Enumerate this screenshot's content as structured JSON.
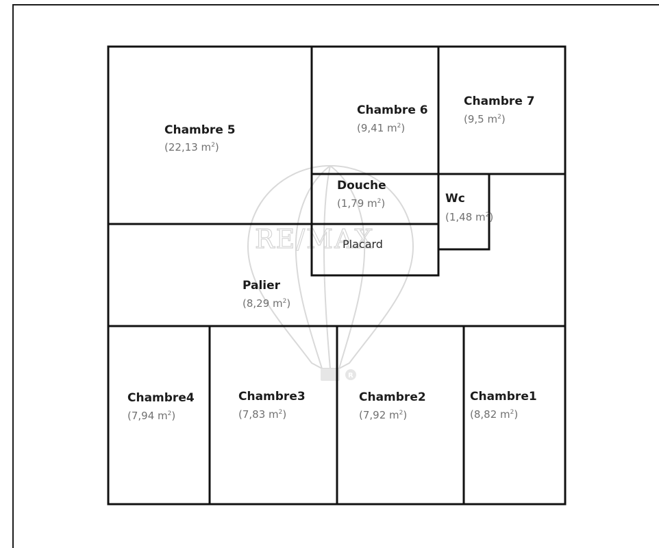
{
  "floor_plan": {
    "rooms": [
      {
        "id": "chambre-5",
        "name": "Chambre 5",
        "area": "(22,13 m",
        "sup": "2",
        "close": ")"
      },
      {
        "id": "chambre-6",
        "name": "Chambre 6",
        "area": "(9,41 m",
        "sup": "2",
        "close": ")"
      },
      {
        "id": "chambre-7",
        "name": "Chambre 7",
        "area": "(9,5 m",
        "sup": "2",
        "close": ")"
      },
      {
        "id": "douche",
        "name": "Douche",
        "area": "(1,79 m",
        "sup": "2",
        "close": ")"
      },
      {
        "id": "wc",
        "name": "Wc",
        "area": "(1,48 m",
        "sup": "2",
        "close": ")"
      },
      {
        "id": "placard",
        "name": "Placard"
      },
      {
        "id": "palier",
        "name": "Palier",
        "area": "(8,29 m",
        "sup": "2",
        "close": ")"
      },
      {
        "id": "chambre4",
        "name": "Chambre4",
        "area": "(7,94 m",
        "sup": "2",
        "close": ")"
      },
      {
        "id": "chambre3",
        "name": "Chambre3",
        "area": "(7,83 m",
        "sup": "2",
        "close": ")"
      },
      {
        "id": "chambre2",
        "name": "Chambre2",
        "area": "(7,92 m",
        "sup": "2",
        "close": ")"
      },
      {
        "id": "chambre1",
        "name": "Chambre1",
        "area": "(8,82 m",
        "sup": "2",
        "close": ")"
      }
    ],
    "watermark": {
      "brand": "RE/MAX",
      "registered": "R"
    }
  }
}
